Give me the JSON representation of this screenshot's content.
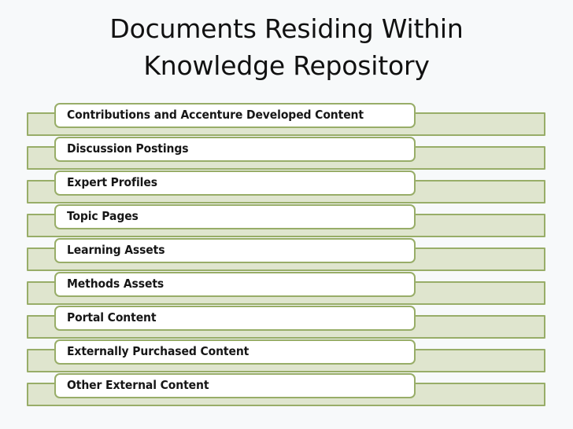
{
  "slide": {
    "background_color": "#f7f9fa",
    "title": "Documents Residing Within\nKnowledge Repository"
  },
  "theme": {
    "bar_fill": "#dfe5ce",
    "border_green": "#98ad68",
    "box_fill": "#ffffff",
    "text_color": "#161616",
    "title_color": "#111111"
  },
  "diagram": {
    "type": "stacked-list",
    "items": [
      {
        "label": "Contributions and Accenture Developed Content"
      },
      {
        "label": "Discussion Postings"
      },
      {
        "label": "Expert Profiles"
      },
      {
        "label": "Topic Pages"
      },
      {
        "label": "Learning Assets"
      },
      {
        "label": "Methods Assets"
      },
      {
        "label": "Portal Content"
      },
      {
        "label": "Externally Purchased Content"
      },
      {
        "label": "Other External Content"
      }
    ]
  }
}
